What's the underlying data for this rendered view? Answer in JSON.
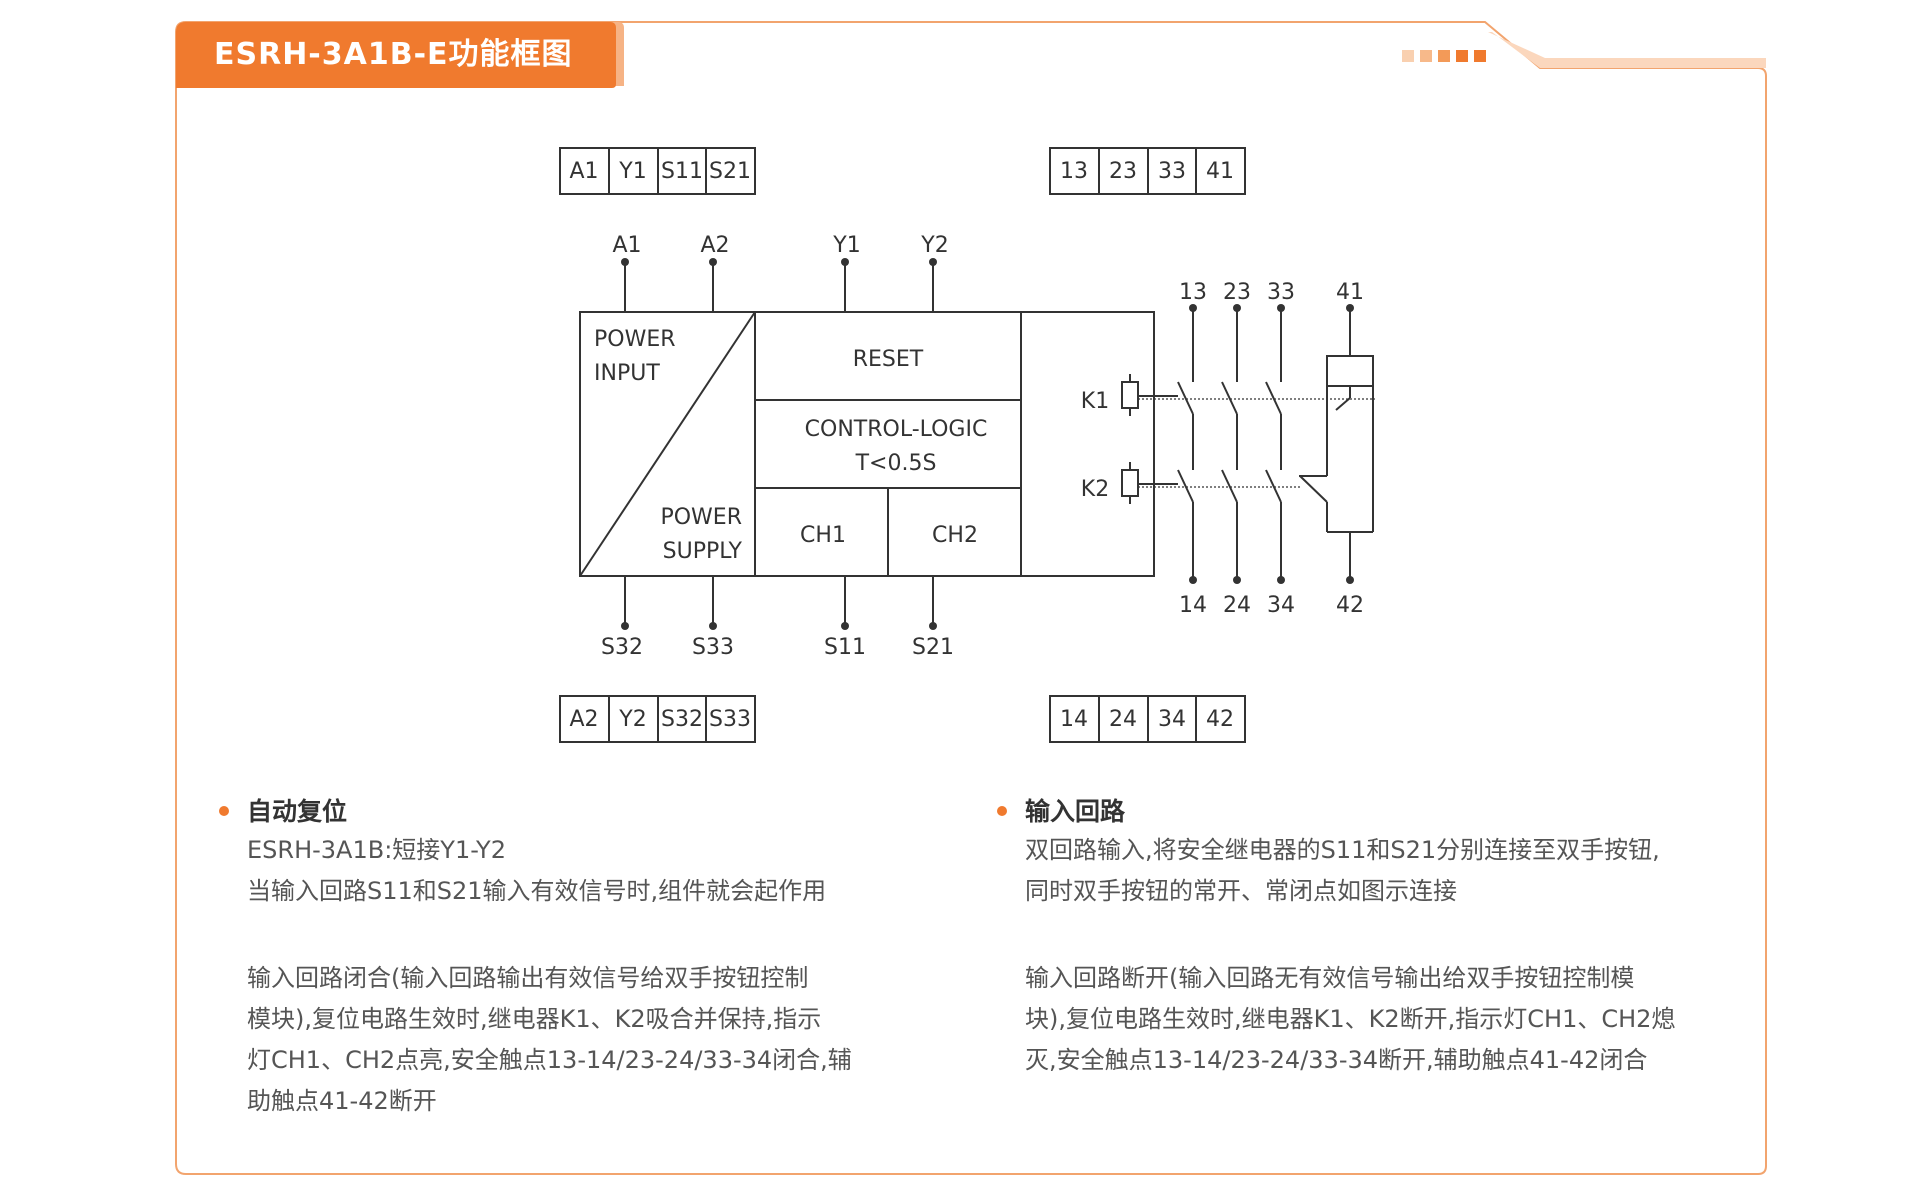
{
  "title": "ESRH-3A1B-E功能框图",
  "colors": {
    "accent": "#f07a2e",
    "accent_light": "#f7b88a",
    "line": "#333333",
    "frame": "#f2a46e"
  },
  "terminal_blocks": {
    "top_left": [
      "A1",
      "Y1",
      "S11",
      "S21"
    ],
    "top_right": [
      "13",
      "23",
      "33",
      "41"
    ],
    "bottom_left": [
      "A2",
      "Y2",
      "S32",
      "S33"
    ],
    "bottom_right": [
      "14",
      "24",
      "34",
      "42"
    ]
  },
  "diagram": {
    "top_pins": [
      "A1",
      "A2",
      "Y1",
      "Y2"
    ],
    "bottom_pins": [
      "S32",
      "S33",
      "S11",
      "S21"
    ],
    "contact_top": [
      "13",
      "23",
      "33",
      "41"
    ],
    "contact_bottom": [
      "14",
      "24",
      "34",
      "42"
    ],
    "coils": [
      "K1",
      "K2"
    ],
    "blocks": {
      "power_input": [
        "POWER",
        "INPUT"
      ],
      "power_supply": [
        "POWER",
        "SUPPLY"
      ],
      "reset": "RESET",
      "logic": [
        "CONTROL-LOGIC",
        "T<0.5S"
      ],
      "ch1": "CH1",
      "ch2": "CH2"
    }
  },
  "sections": {
    "left": {
      "title": "自动复位",
      "line1": "ESRH-3A1B:短接Y1-Y2",
      "line2": "当输入回路S11和S21输入有效信号时,组件就会起作用",
      "paragraph": "输入回路闭合(输入回路输出有效信号给双手按钮控制\n模块),复位电路生效时,继电器K1、K2吸合并保持,指示\n灯CH1、CH2点亮,安全触点13-14/23-24/33-34闭合,辅\n助触点41-42断开"
    },
    "right": {
      "title": "输入回路",
      "line1": "双回路输入,将安全继电器的S11和S21分别连接至双手按钮,",
      "line2": "同时双手按钮的常开、常闭点如图示连接",
      "paragraph": "输入回路断开(输入回路无有效信号输出给双手按钮控制模\n块),复位电路生效时,继电器K1、K2断开,指示灯CH1、CH2熄\n灭,安全触点13-14/23-24/33-34断开,辅助触点41-42闭合"
    }
  }
}
